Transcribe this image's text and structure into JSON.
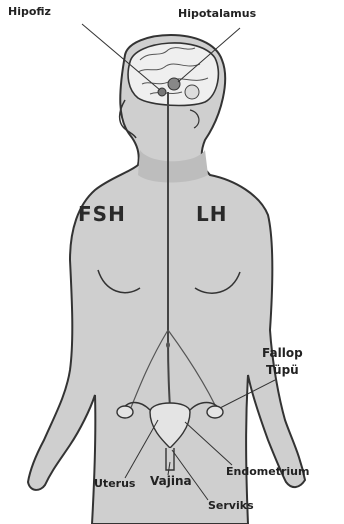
{
  "labels": {
    "hipofiz": "Hipofiz",
    "hipotalamus": "Hipotalamus",
    "fsh": "FSH",
    "lh": "LH",
    "fallop_line1": "Fallop",
    "fallop_line2": "Tüpü",
    "uterus": "Uterus",
    "vajina": "Vajina",
    "endometrium": "Endometrium",
    "serviks": "Serviks"
  },
  "colors": {
    "skin": "#cfcfcf",
    "outline": "#333333",
    "brain": "#efefef",
    "text": "#222222"
  }
}
